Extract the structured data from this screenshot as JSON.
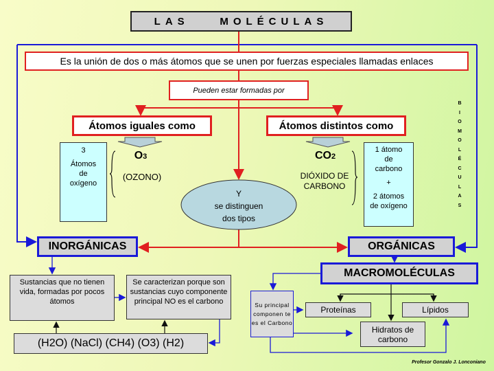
{
  "title": "LAS    MOLÉCULAS",
  "definition": "Es la unión de dos o más átomos que se unen por fuerzas especiales llamadas enlaces",
  "formed_by": "Pueden estar formadas por",
  "same_atoms": {
    "label": "Átomos iguales  como",
    "count": "3",
    "desc": "Átomos de oxígeno",
    "formula": "O",
    "sub": "3",
    "name": "(OZONO)"
  },
  "diff_atoms": {
    "label": "Átomos distintos como",
    "formula": "CO",
    "sub": "2",
    "name": "DIÓXIDO DE CARBONO",
    "desc1": "1 átomo de carbono",
    "plus": "+",
    "desc2": "2 átomos de oxígeno"
  },
  "ellipse": {
    "line1": "Y",
    "line2": "se distinguen",
    "line3": "dos tipos"
  },
  "side_label": [
    "B",
    "I",
    "O",
    "M",
    "O",
    "L",
    "É",
    "C",
    "U",
    "L",
    "A",
    "S"
  ],
  "inorganic": {
    "title": "INORGÁNICAS",
    "desc": "Sustancias que no tienen vida, formadas por pocos átomos",
    "feature": "Se caracterizan porque son sustancias cuyo componente principal NO es el carbono",
    "examples": "(H2O) (NaCl) (CH4) (O3) (H2)"
  },
  "organic": {
    "title": "ORGÁNICAS",
    "macro": "MACROMOLÉCULAS",
    "component": "Su principal componen te es el Carbono",
    "items": [
      "Proteínas",
      "Lípidos",
      "Hidratos de carbono"
    ]
  },
  "footer": "Profesor Gonzalo J. Lonconiano",
  "colors": {
    "red": "#e02020",
    "blue": "#1a1ad8"
  }
}
